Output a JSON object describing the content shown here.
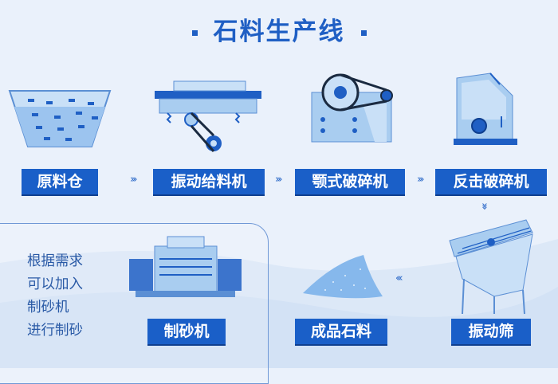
{
  "title": "石料生产线",
  "steps": {
    "raw_bin": "原料仓",
    "vibrating_feeder": "振动给料机",
    "jaw_crusher": "颚式破碎机",
    "impact_crusher": "反击破碎机",
    "vibrating_screen": "振动筛",
    "finished_stone": "成品石料",
    "sand_maker": "制砂机"
  },
  "note": [
    "根据需求",
    "可以加入",
    "制砂机",
    "进行制砂"
  ],
  "colors": {
    "primary": "#1a5fc8",
    "title": "#1f5fc4",
    "machine": "#a9cdf0",
    "background": "#eaf1fb"
  }
}
